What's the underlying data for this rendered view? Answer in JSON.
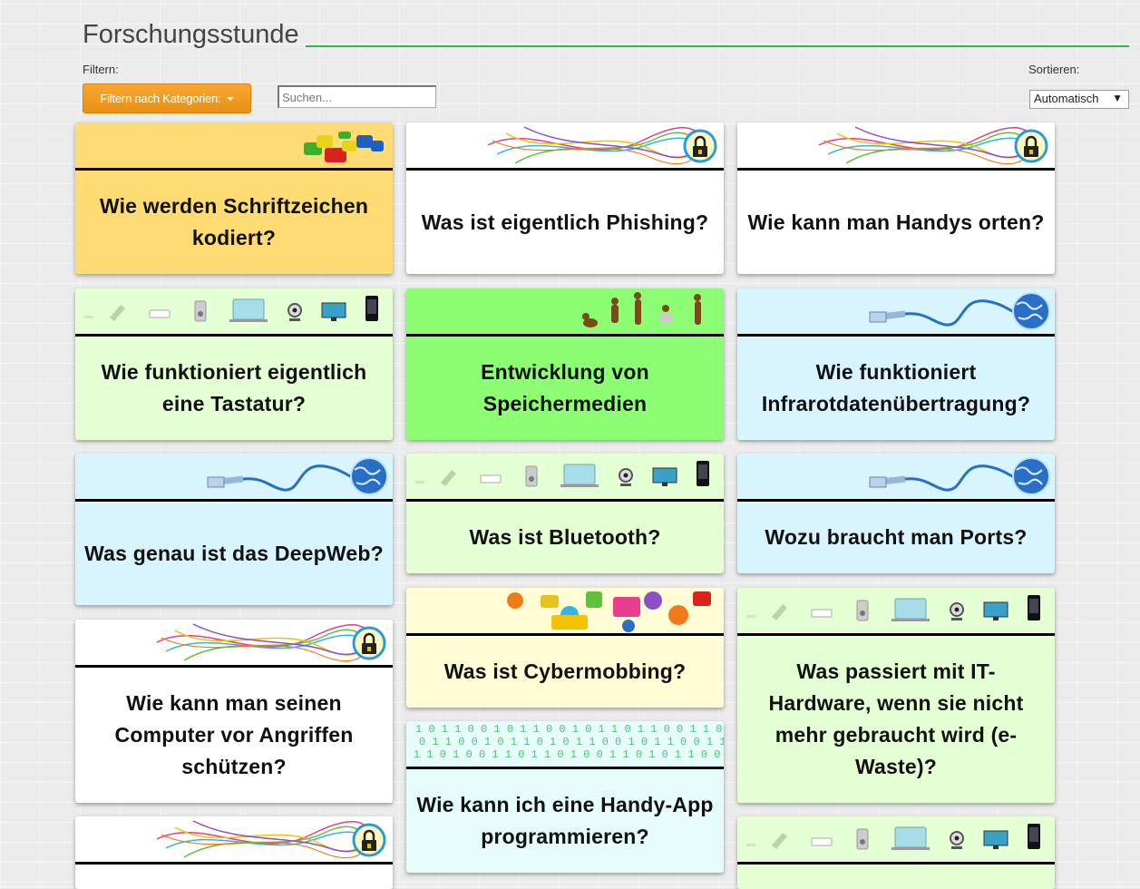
{
  "header": {
    "title": "Forschungsstunde",
    "filter_label": "Filtern:",
    "filter_button_label": "Filtern nach Kategorien:",
    "search_placeholder": "Suchen...",
    "sort_label": "Sortieren:",
    "sort_selected": "Automatisch"
  },
  "colors": {
    "accent_line": "#3ab54a",
    "filter_button": "#f39c1e"
  },
  "cards": [
    {
      "question": "Wie werden Schriftzeichen kodiert?",
      "banner": "puzzle-icon",
      "color": "#ffdc73"
    },
    {
      "question": "Was ist eigentlich Phishing?",
      "banner": "lock-icon",
      "color": "#ffffff"
    },
    {
      "question": "Wie kann man Handys orten?",
      "banner": "lock-icon",
      "color": "#ffffff"
    },
    {
      "question": "Wie funktioniert eigentlich eine Tastatur?",
      "banner": "devices-icon",
      "color": "#e5ffd5"
    },
    {
      "question": "Entwicklung von Speichermedien",
      "banner": "evolution-icon",
      "color": "#8dfd73"
    },
    {
      "question": "Wie funktioniert Infrarotdatenübertragung?",
      "banner": "network-cable-icon",
      "color": "#d8f4ff"
    },
    {
      "question": "Was genau ist das DeepWeb?",
      "banner": "network-cable-icon",
      "color": "#d8f4ff"
    },
    {
      "question": "Was ist Bluetooth?",
      "banner": "devices-icon",
      "color": "#e5ffd5"
    },
    {
      "question": "Wozu braucht man Ports?",
      "banner": "network-cable-icon",
      "color": "#d8f4ff"
    },
    {
      "question": "Wie kann man seinen Computer vor Angriffen schützen?",
      "banner": "lock-icon",
      "color": "#ffffff"
    },
    {
      "question": "Was ist Cybermobbing?",
      "banner": "social-icons",
      "color": "#fffcd6"
    },
    {
      "question": "Was passiert mit IT-Hardware, wenn sie nicht mehr gebraucht wird (e-Waste)?",
      "banner": "devices-icon",
      "color": "#e5ffd5"
    },
    {
      "question": "Wie kann ich eine Handy-App programmieren?",
      "banner": "binary-code-icon",
      "color": "#e5fcfb"
    },
    {
      "question": "",
      "banner": "lock-icon",
      "color": "#ffffff"
    },
    {
      "question": "",
      "banner": "devices-icon",
      "color": "#e5ffd5"
    }
  ]
}
